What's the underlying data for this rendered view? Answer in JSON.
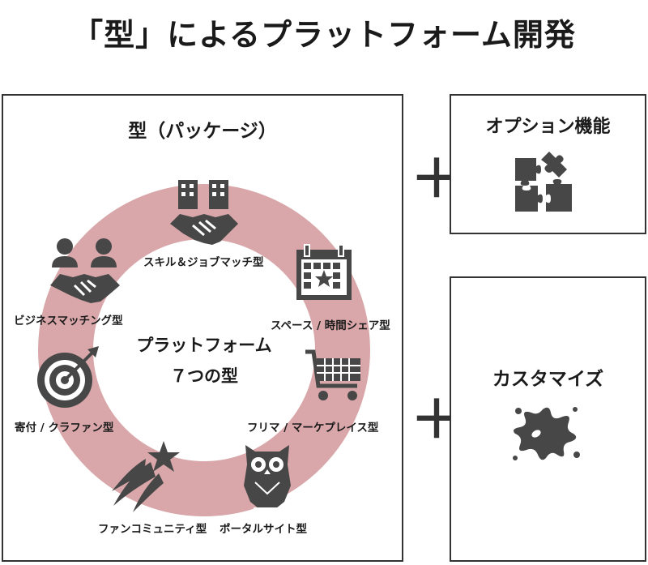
{
  "title": "「型」によるプラットフォーム開発",
  "package": {
    "title": "型（パッケージ）",
    "center_line1": "プラットフォーム",
    "center_line2": "７つの型",
    "types": [
      {
        "label": "スキル＆ジョブマッチ型",
        "icon": "handshake-buildings-icon"
      },
      {
        "label": "スペース / 時間シェア型",
        "icon": "calendar-icon"
      },
      {
        "label": "フリマ / マーケプレイス型",
        "icon": "shopping-cart-icon"
      },
      {
        "label": "ポータルサイト型",
        "icon": "owl-icon"
      },
      {
        "label": "ファンコミュニティ型",
        "icon": "shooting-star-icon"
      },
      {
        "label": "寄付 / クラファン型",
        "icon": "target-icon"
      },
      {
        "label": "ビジネスマッチング型",
        "icon": "business-handshake-icon"
      }
    ]
  },
  "option": {
    "title": "オプション機能",
    "icon": "puzzle-icon"
  },
  "custom": {
    "title": "カスタマイズ",
    "icon": "splash-icon"
  },
  "plus_symbol": "＋",
  "colors": {
    "ring": "#d9a7a9",
    "icon": "#474747",
    "border": "#333333"
  }
}
